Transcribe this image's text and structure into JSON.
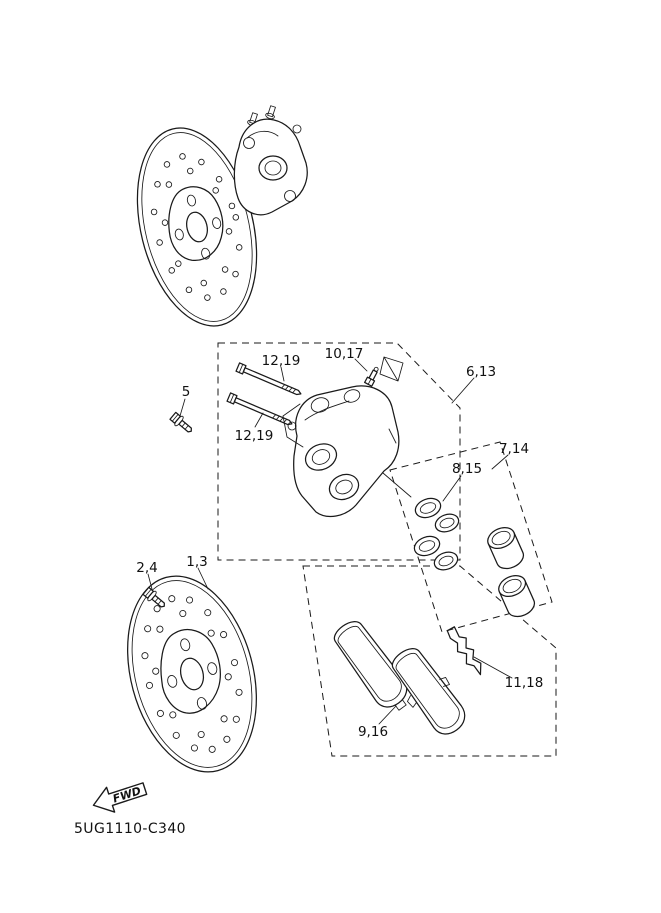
{
  "diagram": {
    "footer_code": "5UG1110-C340",
    "fwd_label": "FWD",
    "callouts": {
      "bolt_5": "5",
      "pin_upper": "12,19",
      "pin_lower": "12,19",
      "bleed_screw": "10,17",
      "caliper_assembly": "6,13",
      "seal_kit": "7,14",
      "piston_seals": "8,15",
      "disc_bolt": "2,4",
      "brake_disc": "1,3",
      "pad_shim": "11,18",
      "brake_pads": "9,16"
    },
    "colors": {
      "line": "#1a1a1a",
      "background": "#ffffff"
    }
  }
}
